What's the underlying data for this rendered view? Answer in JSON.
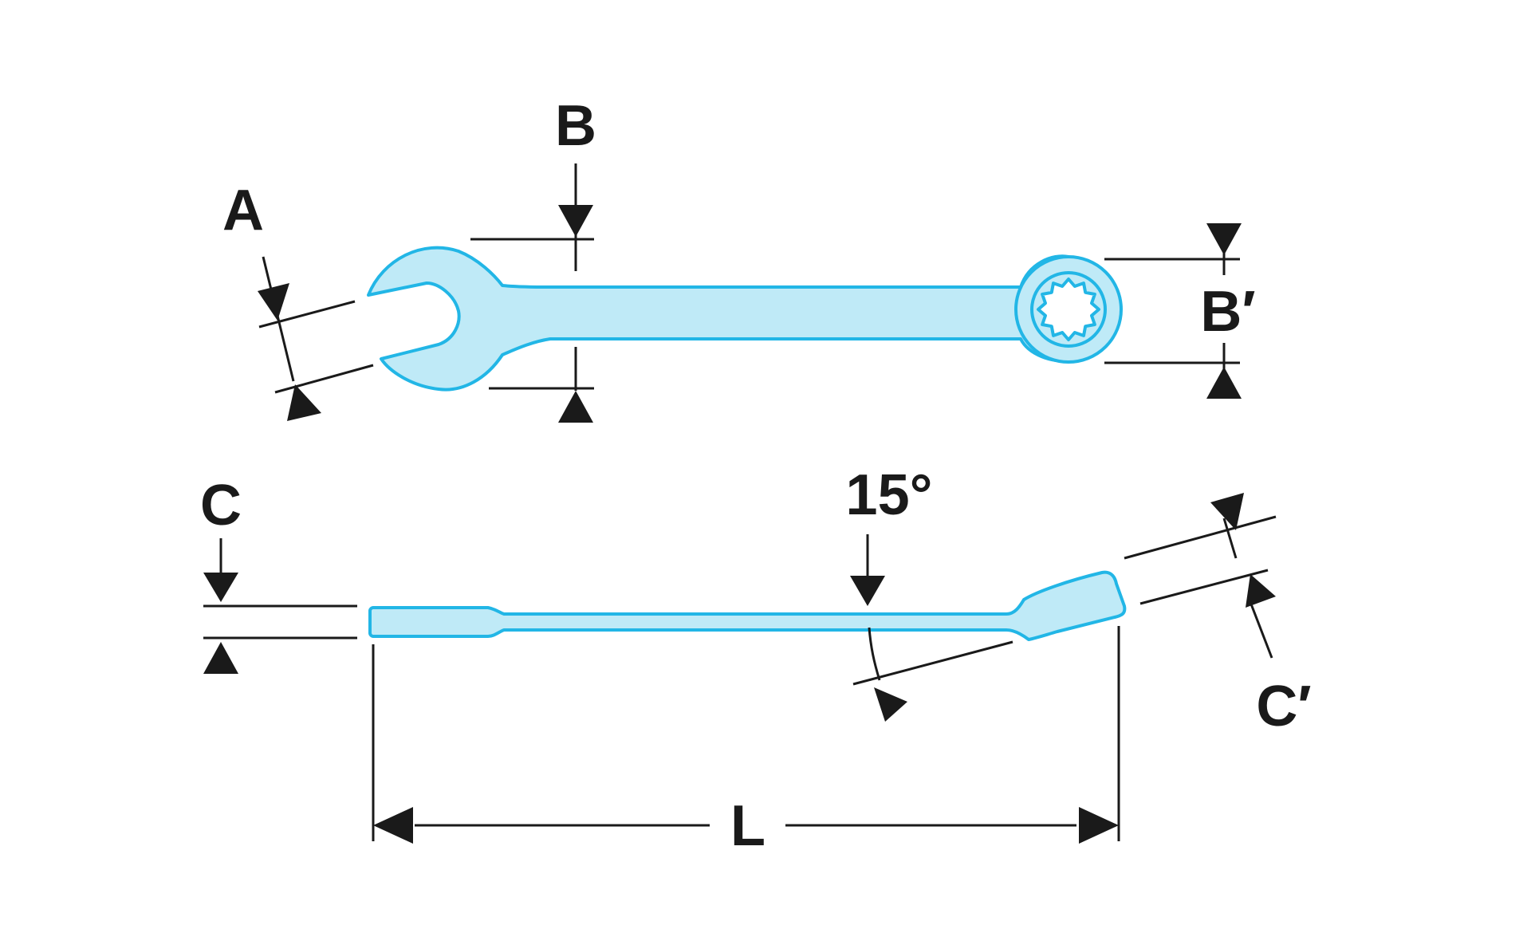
{
  "colors": {
    "tool_fill": "#bfeaf7",
    "tool_stroke": "#22b6e6",
    "ink": "#1a1a1a",
    "background": "#ffffff"
  },
  "labels": {
    "A": "A",
    "B": "B",
    "B_prime": "B′",
    "C": "C",
    "C_prime": "C′",
    "angle": "15°",
    "L": "L"
  }
}
